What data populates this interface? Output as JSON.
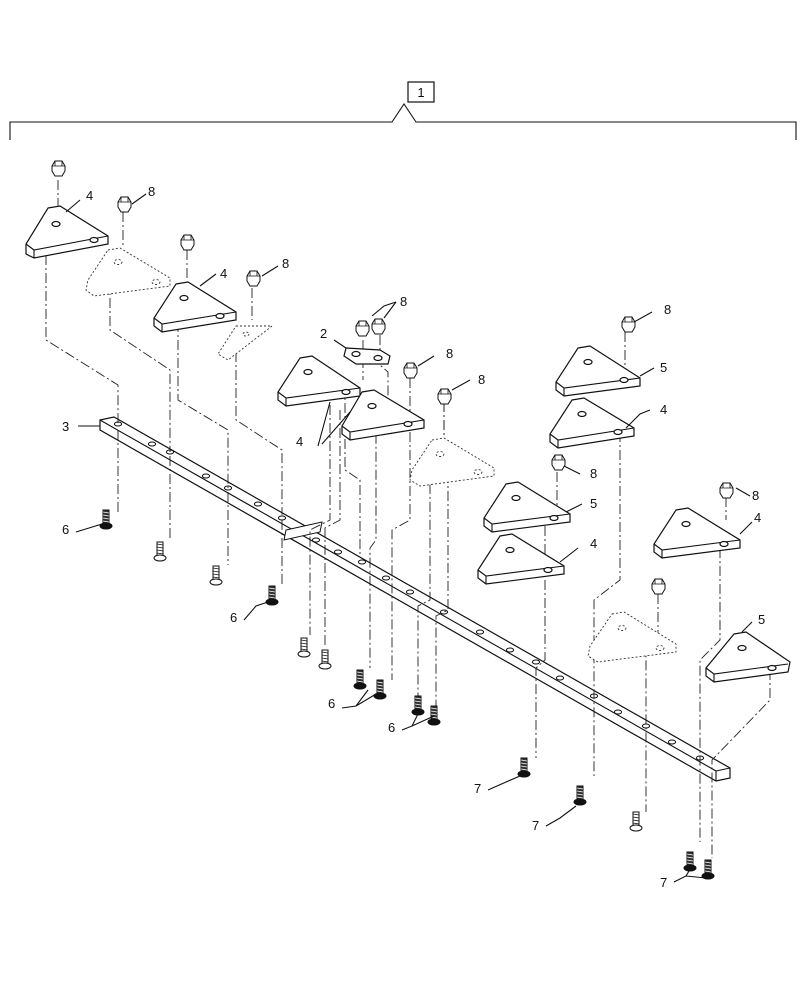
{
  "diagram": {
    "assembly_callout": "1",
    "callouts": {
      "nut": "8",
      "spacer": "2",
      "bar": "3",
      "section_a": "4",
      "section_b": "5",
      "bolt_a": "6",
      "bolt_b": "7"
    }
  }
}
